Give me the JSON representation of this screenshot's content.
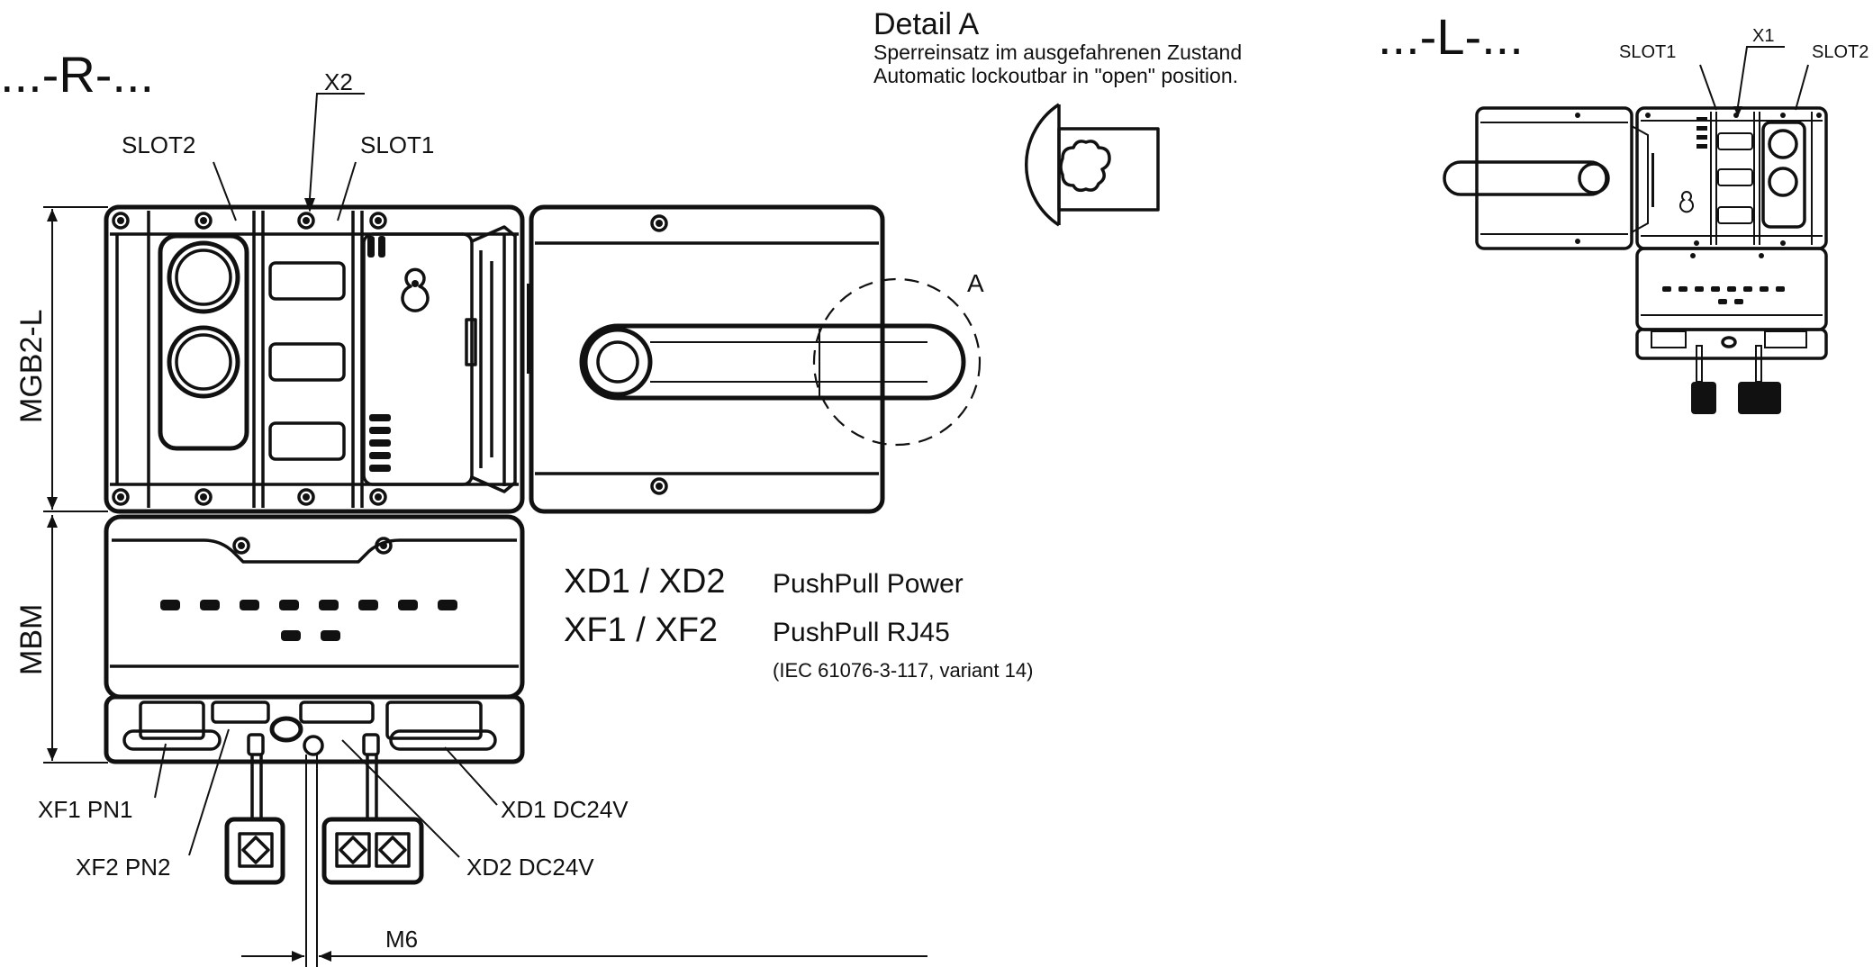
{
  "views": {
    "right_variant": {
      "title": "...-R-..."
    },
    "left_variant": {
      "title": "...-L-...",
      "slot1": "SLOT1",
      "slot2": "SLOT2",
      "x1": "X1"
    }
  },
  "detail": {
    "title": "Detail A",
    "line_de": "Sperreinsatz im ausgefahrenen Zustand",
    "line_en": "Automatic lockoutbar in \"open\" position.",
    "marker": "A"
  },
  "dimensions": {
    "upper": "MGB2-L",
    "lower": "MBM",
    "thread": "M6"
  },
  "callouts": {
    "slot2": "SLOT2",
    "slot1": "SLOT1",
    "x2": "X2",
    "xf1": "XF1 PN1",
    "xf2": "XF2 PN2",
    "xd1": "XD1 DC24V",
    "xd2": "XD2 DC24V"
  },
  "legend": {
    "items": [
      {
        "code": "XD1 / XD2",
        "description": "PushPull Power"
      },
      {
        "code": "XF1 / XF2",
        "description": "PushPull RJ45"
      }
    ],
    "note": "(IEC 61076-3-117, variant 14)"
  }
}
